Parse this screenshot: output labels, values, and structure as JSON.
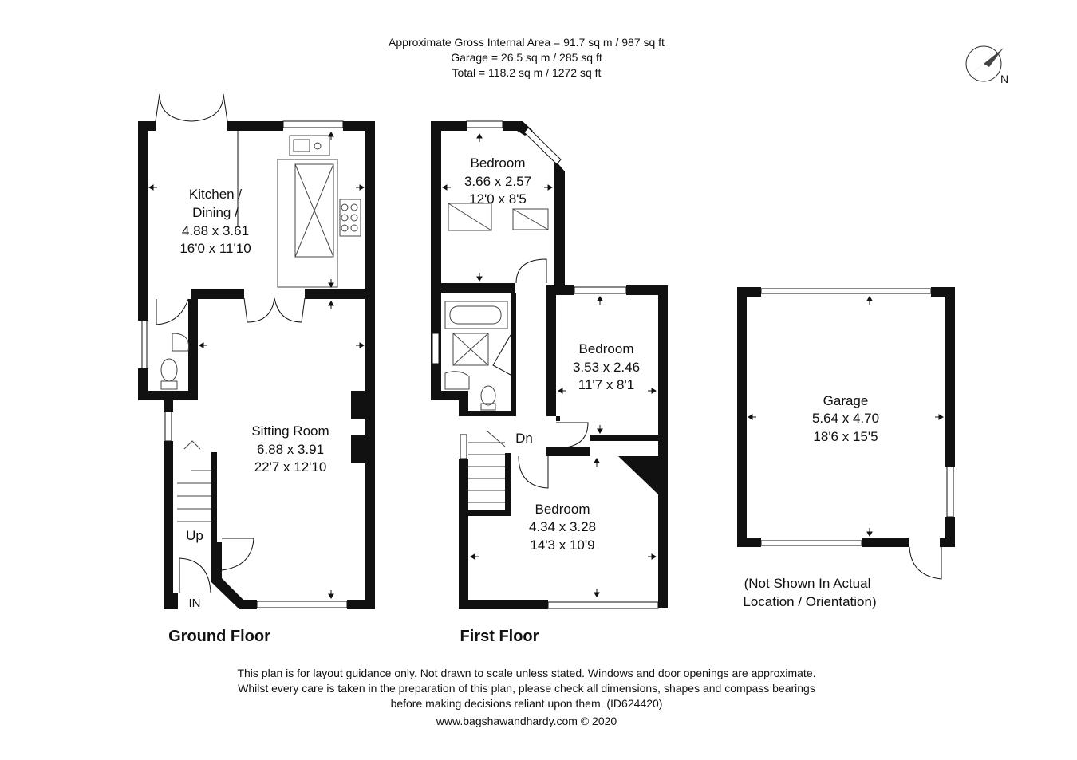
{
  "header": {
    "line1": "Approximate Gross Internal Area = 91.7 sq m / 987 sq ft",
    "line2": "Garage = 26.5 sq m / 285 sq ft",
    "line3": "Total = 118.2 sq m / 1272 sq ft"
  },
  "compass": {
    "label": "N",
    "icon": "compass-rose-icon"
  },
  "ground_floor": {
    "label": "Ground Floor",
    "kitchen": {
      "name1": "Kitchen /",
      "name2": "Dining /",
      "metric": "4.88 x 3.61",
      "imperial": "16'0 x 11'10"
    },
    "sitting": {
      "name": "Sitting Room",
      "metric": "6.88 x 3.91",
      "imperial": "22'7 x 12'10"
    },
    "up_label": "Up",
    "in_label": "IN"
  },
  "first_floor": {
    "label": "First Floor",
    "bedroom_1": {
      "name": "Bedroom",
      "metric": "3.66 x 2.57",
      "imperial": "12'0 x 8'5"
    },
    "bedroom_2": {
      "name": "Bedroom",
      "metric": "3.53 x 2.46",
      "imperial": "11'7 x 8'1"
    },
    "bedroom_3": {
      "name": "Bedroom",
      "metric": "4.34 x 3.28",
      "imperial": "14'3 x 10'9"
    },
    "dn_label": "Dn"
  },
  "garage": {
    "name": "Garage",
    "metric": "5.64 x 4.70",
    "imperial": "18'6 x 15'5",
    "note1": "(Not Shown In Actual",
    "note2": "Location / Orientation)"
  },
  "footer": {
    "line1": "This plan is for layout guidance only. Not drawn to scale unless stated. Windows and door openings are approximate.",
    "line2": "Whilst every care is taken in the preparation of this plan, please check all dimensions, shapes and compass bearings",
    "line3": "before making decisions reliant upon them. (ID624420)",
    "line4": "www.bagshawandhardy.com © 2020"
  }
}
